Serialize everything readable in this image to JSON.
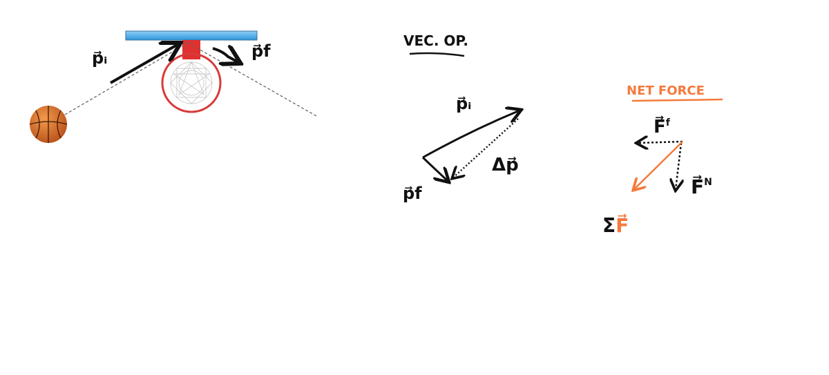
{
  "colors": {
    "ink": "#111111",
    "accent": "#f47a3c",
    "backboard": "#3fa6e6",
    "rim": "#d83a3a",
    "ball": "#d9661f"
  },
  "left_diagram": {
    "label_pi": "p⃗ᵢ",
    "label_pf": "p⃗f"
  },
  "vector_op": {
    "title": "VEC. OP.",
    "label_pi": "p⃗ᵢ",
    "label_pf": "p⃗f",
    "label_dp": "Δp⃗"
  },
  "net_force": {
    "title": "NET FORCE",
    "label_ff": "F⃗",
    "label_ff_sup": "f",
    "label_fn": "F⃗",
    "label_fn_sup": "N",
    "label_sigma": "Σ",
    "label_sum_f": "F⃗"
  }
}
